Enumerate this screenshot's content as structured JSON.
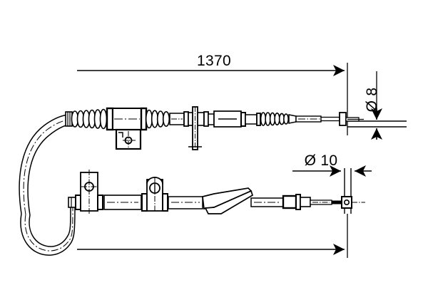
{
  "drawing": {
    "type": "technical-part-drawing",
    "subject": "brake cable assembly",
    "background_color": "#ffffff",
    "line_color": "#000000",
    "views": [
      {
        "name": "upper-view",
        "description": "cable assembly with U-bend at left, bellows boots, cylindrical housing with mounting bracket, support pin, corrugated sleeve, rod end with stop sleeve and thin wire at right"
      },
      {
        "name": "lower-view",
        "description": "cable assembly with U-bend at left, two flat mounting brackets with bolt holes, sleeve, wedge clip, end fitting with stop and thin wire at right"
      }
    ]
  },
  "dimensions": {
    "overall_length": {
      "label": "1370",
      "name": "overall-length-dimension",
      "orientation": "horizontal",
      "arrow": "right"
    },
    "diameter_top": {
      "label": "Ø 8",
      "name": "diameter-8-dimension",
      "orientation": "vertical",
      "arrow": "both"
    },
    "diameter_bottom": {
      "label": "Ø 10",
      "name": "diameter-10-dimension",
      "orientation": "horizontal",
      "arrow": "both"
    },
    "bottom_length": {
      "label": "",
      "name": "bottom-length-dimension",
      "orientation": "horizontal",
      "arrow": "right"
    }
  },
  "colors": {
    "stroke": "#000000",
    "fill": "#ffffff",
    "paper": "#ffffff"
  }
}
